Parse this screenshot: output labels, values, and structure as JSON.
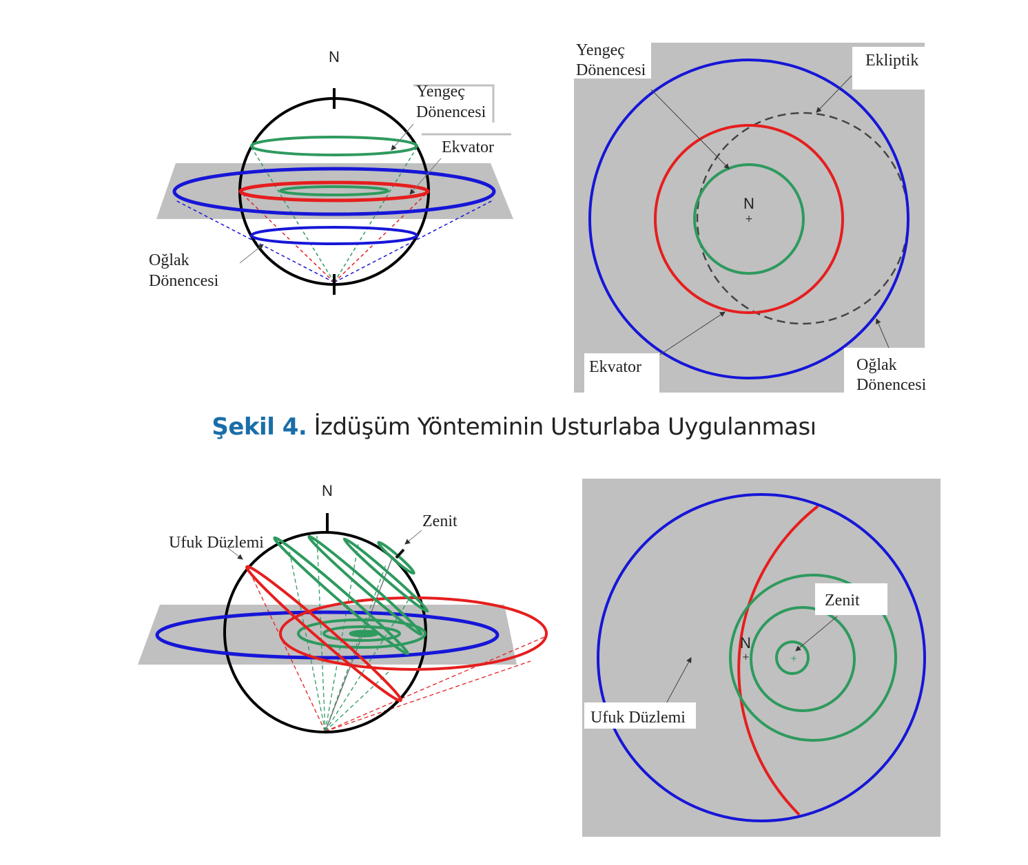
{
  "figure_top": {
    "left_diagram": {
      "north": "N",
      "labels": {
        "cancer": [
          "Yengeç",
          "Dönencesi"
        ],
        "equator": "Ekvator",
        "capricorn": [
          "Oğlak",
          "Dönencesi"
        ]
      }
    },
    "right_diagram": {
      "north": "N",
      "labels": {
        "cancer": [
          "Yengeç",
          "Dönencesi"
        ],
        "ecliptic": "Ekliptik",
        "equator": "Ekvator",
        "capricorn": [
          "Oğlak",
          "Dönencesi"
        ]
      }
    }
  },
  "caption": {
    "number": "Şekil 4.",
    "text": "İzdüşüm Yönteminin Usturlaba Uygulanması"
  },
  "figure_bottom": {
    "left_diagram": {
      "north": "N",
      "labels": {
        "horizon": "Ufuk Düzlemi",
        "zenith": "Zenit"
      }
    },
    "right_diagram": {
      "north": "N",
      "labels": {
        "zenith": "Zenit",
        "horizon": "Ufuk Düzlemi"
      }
    }
  },
  "colors": {
    "blue": "#1616d8",
    "red": "#e61e1e",
    "green": "#2e9a5e",
    "plane": "#c0c0c0",
    "caption_accent": "#1a6ea8"
  }
}
